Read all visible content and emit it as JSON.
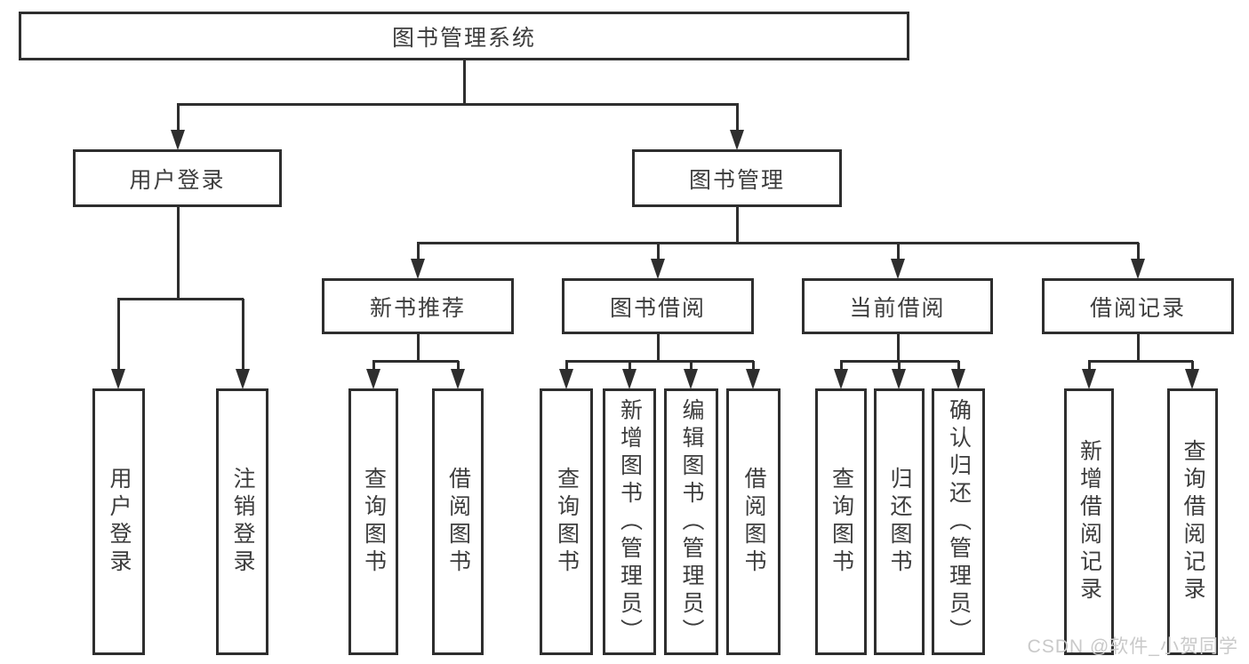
{
  "title": "图书管理系统",
  "tree": {
    "root": {
      "label": "图书管理系统",
      "children": [
        {
          "label": "用户登录",
          "children": [
            {
              "label": "用户登录"
            },
            {
              "label": "注销登录"
            }
          ]
        },
        {
          "label": "图书管理",
          "children": [
            {
              "label": "新书推荐",
              "children": [
                {
                  "label": "查询图书"
                },
                {
                  "label": "借阅图书"
                }
              ]
            },
            {
              "label": "图书借阅",
              "children": [
                {
                  "label": "查询图书"
                },
                {
                  "label": "新增图书（管理员）"
                },
                {
                  "label": "编辑图书（管理员）"
                },
                {
                  "label": "借阅图书"
                }
              ]
            },
            {
              "label": "当前借阅",
              "children": [
                {
                  "label": "查询图书"
                },
                {
                  "label": "归还图书"
                },
                {
                  "label": "确认归还（管理员）"
                }
              ]
            },
            {
              "label": "借阅记录",
              "children": [
                {
                  "label": "新增借阅记录"
                },
                {
                  "label": "查询借阅记录"
                }
              ]
            }
          ]
        }
      ]
    }
  },
  "watermark": "CSDN @软件_小贺同学",
  "colors": {
    "line": "#2e2e2e",
    "text": "#3d3d3d",
    "box_background": "#ffffff",
    "watermark": "#c9c9c9",
    "background": "#ffffff"
  }
}
